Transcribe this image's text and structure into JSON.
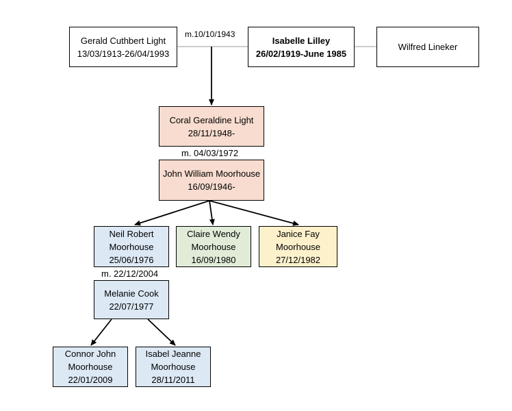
{
  "colors": {
    "line": "#000000",
    "coral_fill": "#f8dccf",
    "blue_fill": "#dce8f4",
    "green_fill": "#e0ecd8",
    "yellow_fill": "#fdf1cc",
    "white_fill": "#ffffff"
  },
  "persons": {
    "gerald": {
      "lines": [
        "Gerald Cuthbert Light",
        "13/03/1913-26/04/1993"
      ]
    },
    "isabelle": {
      "lines": [
        "Isabelle Lilley",
        "26/02/1919-June 1985"
      ]
    },
    "wilfred": {
      "lines": [
        "Wilfred Lineker"
      ]
    },
    "coral": {
      "lines": [
        "Coral Geraldine Light",
        "28/11/1948-"
      ]
    },
    "john": {
      "lines": [
        "John William Moorhouse",
        "16/09/1946-"
      ]
    },
    "neil": {
      "lines": [
        "Neil Robert",
        "Moorhouse",
        "25/06/1976"
      ]
    },
    "claire": {
      "lines": [
        "Claire Wendy",
        "Moorhouse",
        "16/09/1980"
      ]
    },
    "janice": {
      "lines": [
        "Janice Fay",
        "Moorhouse",
        "27/12/1982"
      ]
    },
    "melanie": {
      "lines": [
        "Melanie Cook",
        "22/07/1977"
      ]
    },
    "connor": {
      "lines": [
        "Connor John",
        "Moorhouse",
        "22/01/2009"
      ]
    },
    "isabel": {
      "lines": [
        "Isabel Jeanne",
        "Moorhouse",
        "28/11/2011"
      ]
    }
  },
  "marriages": {
    "gerald_isabelle": "m.10/10/1943",
    "coral_john": "m. 04/03/1972",
    "neil_melanie": "m. 22/12/2004"
  }
}
